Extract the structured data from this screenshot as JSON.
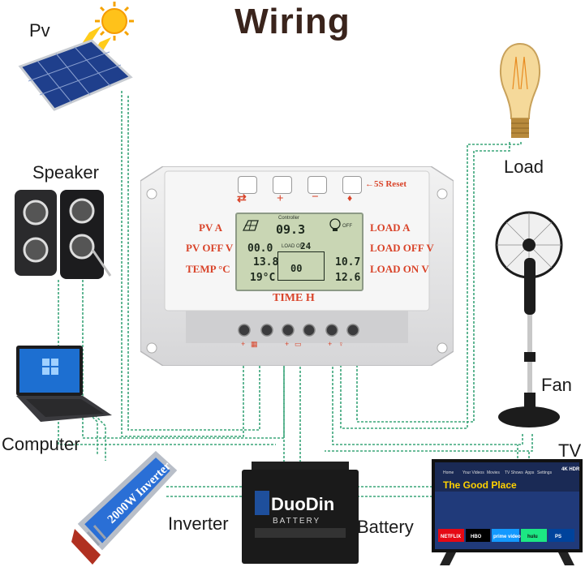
{
  "title": "Wiring",
  "labels": {
    "pv": "Pv",
    "speaker": "Speaker",
    "computer": "Computer",
    "inverter": "Inverter",
    "battery": "Battery",
    "load": "Load",
    "fan": "Fan",
    "tv": "TV"
  },
  "controller": {
    "reset": "5S Reset",
    "left_labels": [
      "PV A",
      "PV OFF V",
      "TEMP °C"
    ],
    "right_labels": [
      "LOAD A",
      "LOAD OFF V",
      "LOAD ON V"
    ],
    "time_label": "TIME H",
    "lcd": {
      "top_small": "Controller",
      "top_value": "09.3",
      "pv_off": "00.0",
      "mid_left": "13.8",
      "temp": "19°C",
      "load_on": "LOAD ON",
      "hours": "24",
      "percent": "00",
      "load_off_val": "10.7",
      "load_on_val": "12.6",
      "off": "OFF"
    }
  },
  "inverter_text": "2000W Inverter",
  "battery_brand": "DuoDin",
  "battery_sub": "BATTERY",
  "tv": {
    "show": "The Good Place",
    "menu": [
      "Home",
      "Your Videos",
      "Movies",
      "TV Shows",
      "Apps",
      "Settings"
    ],
    "apps": [
      "NETFLIX",
      "HBO",
      "prime video",
      "hulu",
      "PS"
    ],
    "badge": "4K HDR"
  },
  "colors": {
    "wire": "#3aa579",
    "title": "#3a241c",
    "controller_red": "#d9442a",
    "lcd_bg": "#c9d6b4"
  }
}
